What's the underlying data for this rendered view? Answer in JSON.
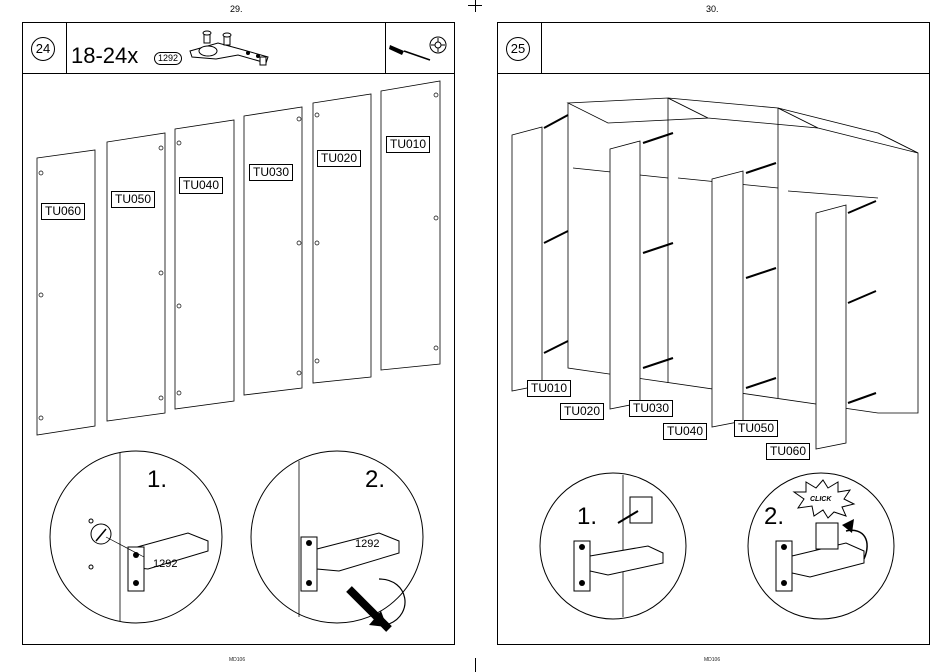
{
  "pages": {
    "left_number": "29.",
    "right_number": "30.",
    "left_footer": "MD106",
    "right_footer": "MD106"
  },
  "step24": {
    "step_number": "24",
    "quantity": "18-24x",
    "part_code": "1292",
    "tools": [
      "screwdriver-icon",
      "phillips-bit-icon"
    ],
    "door_labels": [
      "TU060",
      "TU050",
      "TU040",
      "TU030",
      "TU020",
      "TU010"
    ],
    "substeps": [
      "1.",
      "2."
    ],
    "detail_part_1": "1292",
    "detail_part_2": "1292"
  },
  "step25": {
    "step_number": "25",
    "door_labels": [
      "TU010",
      "TU020",
      "TU030",
      "TU040",
      "TU050",
      "TU060"
    ],
    "substeps": [
      "1.",
      "2."
    ],
    "click_label": "CLICK"
  }
}
